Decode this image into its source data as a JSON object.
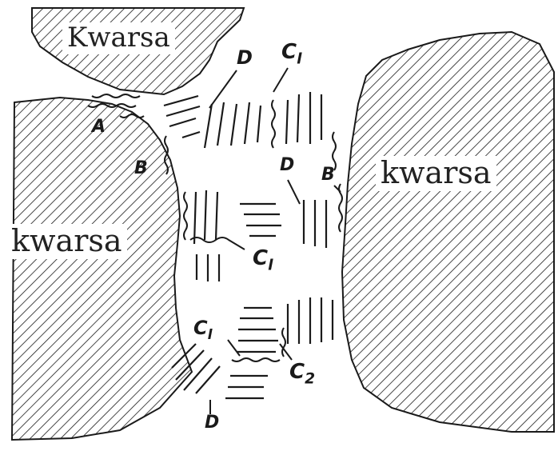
{
  "diagram": {
    "grains": {
      "top_left": "Kwarsa",
      "left": "kwarsa",
      "right": "kwarsa"
    },
    "labels": {
      "A": "A",
      "B_left": "B",
      "B_right": "B",
      "D_top": "D",
      "D_mid": "D",
      "D_bottom": "D",
      "C1_top": "C",
      "C1_top_sub": "l",
      "C1_mid": "C",
      "C1_mid_sub": "l",
      "C1_low": "C",
      "C1_low_sub": "l",
      "C2": "C",
      "C2_sub": "2"
    },
    "colors": {
      "ink": "#1a1a1a",
      "paper": "#ffffff"
    }
  }
}
